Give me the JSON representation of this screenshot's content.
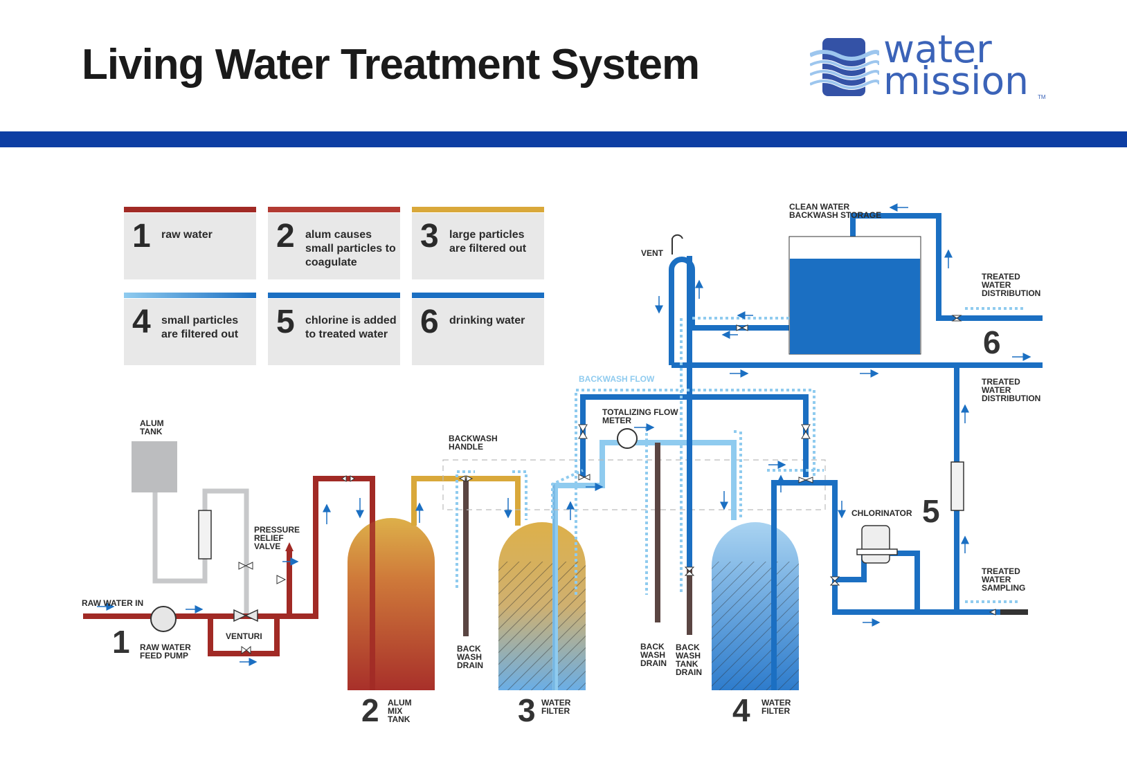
{
  "title": "Living Water Treatment System",
  "logo": {
    "line1": "water",
    "line2": "mission",
    "tm": "TM"
  },
  "colors": {
    "raw": "#a12a25",
    "alum": "#d9a83a",
    "filtered": "#1b6fc2",
    "light": "#8fcbef",
    "drain": "#5a4542",
    "band": "#0d3ea3"
  },
  "legend": [
    {
      "num": "1",
      "text": "raw water"
    },
    {
      "num": "2",
      "text": "alum causes small particles to coagulate"
    },
    {
      "num": "3",
      "text": "large particles are filtered out"
    },
    {
      "num": "4",
      "text": "small particles are filtered out"
    },
    {
      "num": "5",
      "text": "chlorine is added to treated water"
    },
    {
      "num": "6",
      "text": "drinking water"
    }
  ],
  "labels": {
    "alum_tank": "ALUM TANK",
    "raw_water_in": "RAW WATER IN",
    "raw_water_feed_pump": "RAW WATER FEED PUMP",
    "venturi": "VENTURI",
    "pressure_relief_valve": "PRESSURE RELIEF VALVE",
    "alum_mix_tank": "ALUM MIX TANK",
    "water_filter_3": "WATER FILTER",
    "water_filter_4": "WATER FILTER",
    "back_wash_drain_1": "BACK WASH DRAIN",
    "back_wash_drain_2": "BACK WASH DRAIN",
    "back_wash_tank_drain": "BACK WASH TANK DRAIN",
    "backwash_handle": "BACKWASH HANDLE",
    "backwash_flow": "BACKWASH FLOW",
    "totalizing_flow_meter": "TOTALIZING FLOW METER",
    "vent": "VENT",
    "clean_water_backwash_storage": "CLEAN WATER BACKWASH STORAGE",
    "treated_water_distribution_1": "TREATED WATER DISTRIBUTION",
    "treated_water_distribution_2": "TREATED WATER DISTRIBUTION",
    "treated_water_sampling": "TREATED WATER SAMPLING",
    "chlorinator": "CHLORINATOR"
  },
  "stages": {
    "s1": "1",
    "s2": "2",
    "s3": "3",
    "s4": "4",
    "s5": "5",
    "s6": "6"
  }
}
